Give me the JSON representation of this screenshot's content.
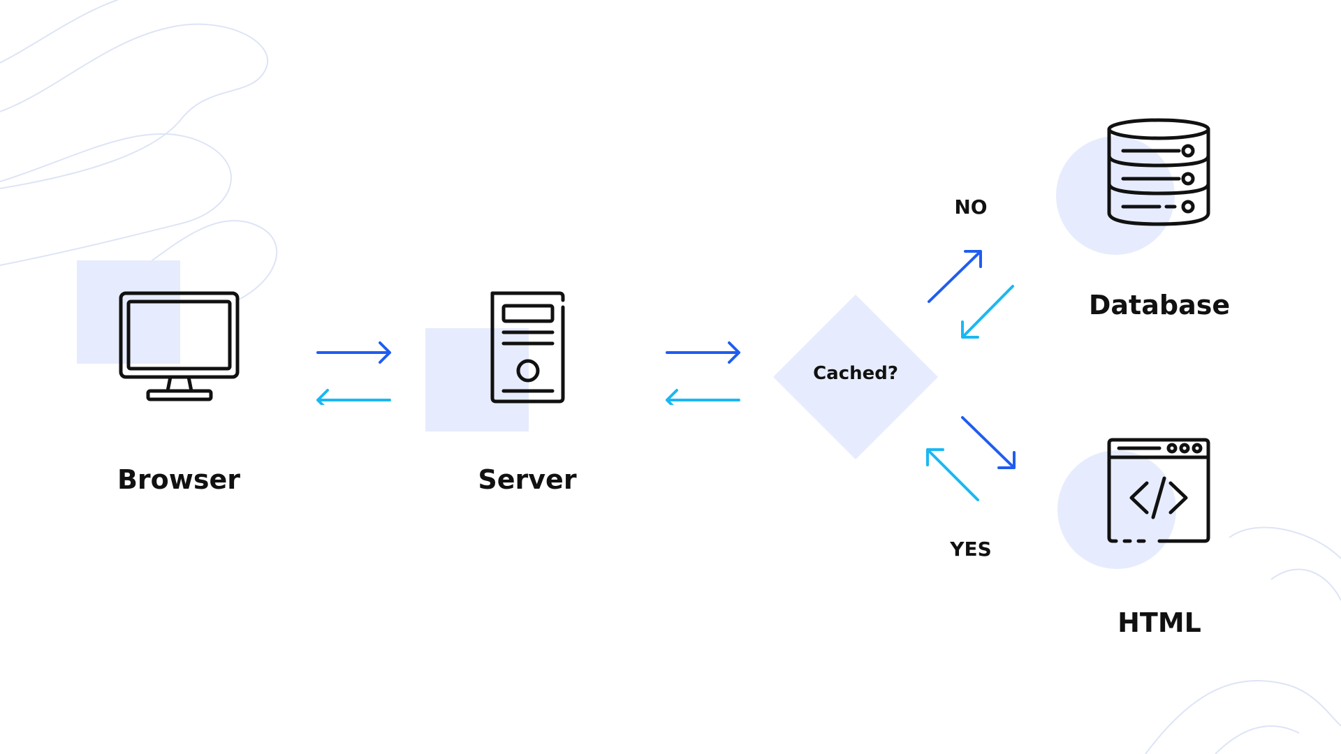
{
  "colors": {
    "arrow_forward": "#1f5df0",
    "arrow_back": "#19b8f2",
    "accent_soft": "#e6ecfd",
    "icon_stroke": "#111111",
    "contour": "#dde4f6"
  },
  "nodes": {
    "browser": {
      "label": "Browser",
      "icon": "monitor-icon"
    },
    "server": {
      "label": "Server",
      "icon": "server-tower-icon"
    },
    "decision": {
      "label": "Cached?",
      "shape": "diamond"
    },
    "database": {
      "label": "Database",
      "icon": "database-icon"
    },
    "html": {
      "label": "HTML",
      "icon": "code-window-icon"
    }
  },
  "branches": {
    "no_label": "NO",
    "yes_label": "YES"
  }
}
